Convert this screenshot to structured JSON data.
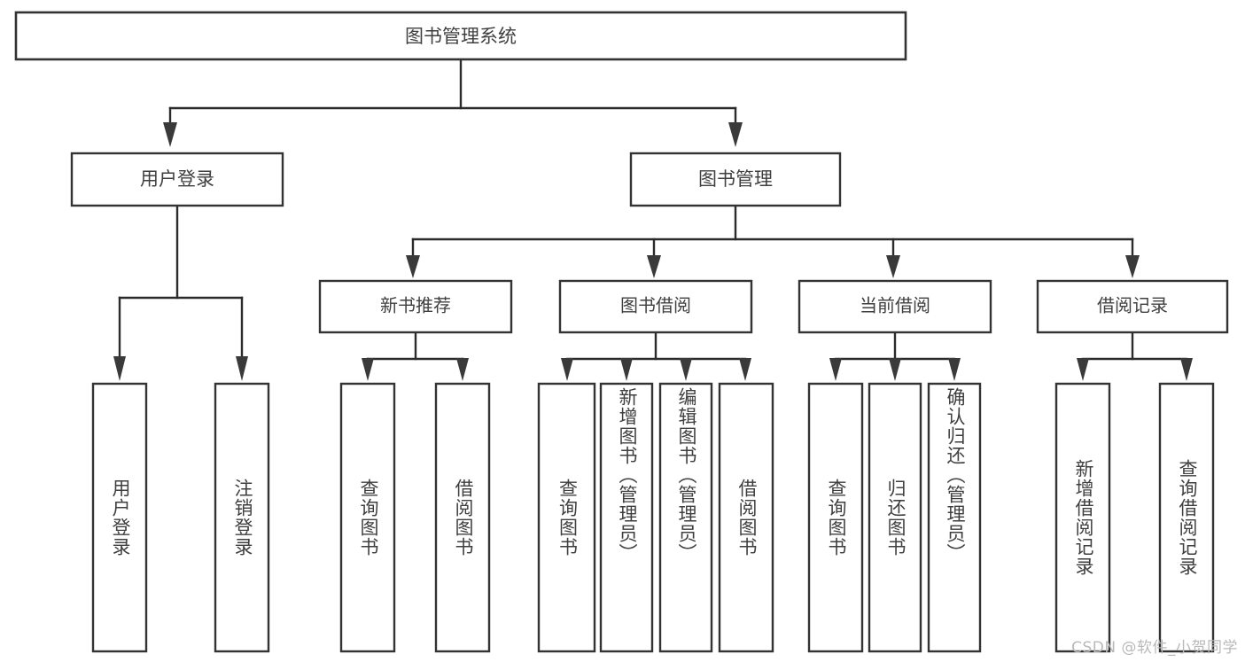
{
  "diagram": {
    "type": "tree-hierarchy",
    "title": "图书管理系统",
    "orientation": "top-down",
    "colors": {
      "background": "#ffffff",
      "box_border": "#333333",
      "box_fill": "#ffffff",
      "connector": "#2b2b2b",
      "label_text": "#3f3f3f",
      "watermark_text": "#b9b9b9"
    },
    "root": {
      "label": "图书管理系统"
    },
    "level1": [
      {
        "id": "user-login",
        "label": "用户登录"
      },
      {
        "id": "book-manage",
        "label": "图书管理"
      }
    ],
    "level2": [
      {
        "id": "new-book-recommend",
        "label": "新书推荐",
        "parent": "book-manage"
      },
      {
        "id": "book-borrow",
        "label": "图书借阅",
        "parent": "book-manage"
      },
      {
        "id": "current-borrow",
        "label": "当前借阅",
        "parent": "book-manage"
      },
      {
        "id": "borrow-record",
        "label": "借阅记录",
        "parent": "book-manage"
      }
    ],
    "leaves": [
      {
        "id": "leaf-user-login",
        "label": "用户登录",
        "parent": "user-login"
      },
      {
        "id": "leaf-user-logout",
        "label": "注销登录",
        "parent": "user-login"
      },
      {
        "id": "leaf-query-book-rec",
        "label": "查询图书",
        "parent": "new-book-recommend"
      },
      {
        "id": "leaf-borrow-book-rec",
        "label": "借阅图书",
        "parent": "new-book-recommend"
      },
      {
        "id": "leaf-query-book-borrow",
        "label": "查询图书",
        "parent": "book-borrow"
      },
      {
        "id": "leaf-add-book",
        "label": "新增图书（管理员）",
        "parent": "book-borrow"
      },
      {
        "id": "leaf-edit-book",
        "label": "编辑图书（管理员）",
        "parent": "book-borrow"
      },
      {
        "id": "leaf-borrow-book",
        "label": "借阅图书",
        "parent": "book-borrow"
      },
      {
        "id": "leaf-query-book-current",
        "label": "查询图书",
        "parent": "current-borrow"
      },
      {
        "id": "leaf-return-book",
        "label": "归还图书",
        "parent": "current-borrow"
      },
      {
        "id": "leaf-confirm-return",
        "label": "确认归还（管理员）",
        "parent": "current-borrow"
      },
      {
        "id": "leaf-add-record",
        "label": "新增借阅记录",
        "parent": "borrow-record"
      },
      {
        "id": "leaf-query-record",
        "label": "查询借阅记录",
        "parent": "borrow-record"
      }
    ]
  },
  "watermark": {
    "text": "CSDN @软件_小贺同学"
  }
}
